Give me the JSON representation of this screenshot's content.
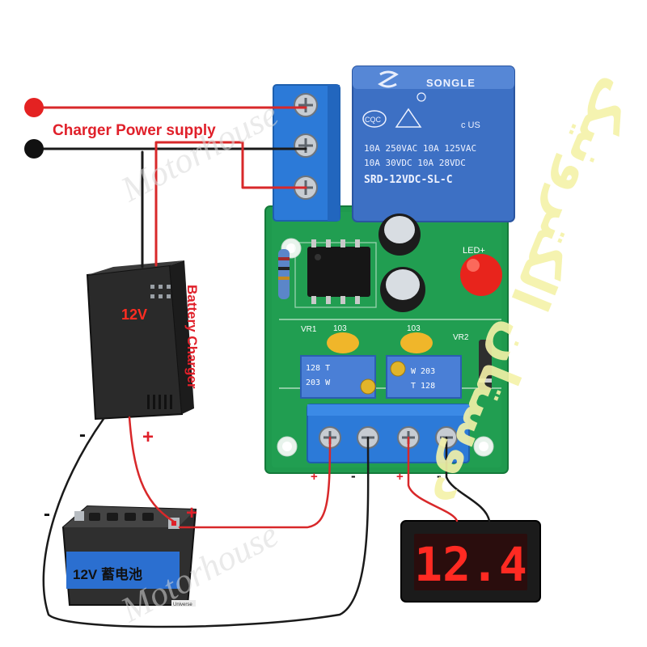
{
  "labels": {
    "charger_supply": "Charger Power supply",
    "charger_voltage": "12V",
    "battery_charger": "Battery Charger",
    "charger_minus": "-",
    "charger_plus": "+",
    "battery_minus": "-",
    "battery_plus": "+",
    "battery_text": "12V 蓄电池",
    "battery_brand": "Universe",
    "term_plus_1": "+",
    "term_minus_1": "-",
    "term_plus_2": "+",
    "term_minus_2": "-"
  },
  "relay": {
    "brand": "SONGLE",
    "line1": "10A 250VAC  10A 125VAC",
    "line2": "10A  30VDC  10A  28VDC",
    "model": "SRD-12VDC-SL-C",
    "cert": "CQC",
    "us_mark": "c  US"
  },
  "board": {
    "led_label": "LED+",
    "vr1": "VR1",
    "vr2": "VR2",
    "cap_code": "103",
    "pot1_top": "128  T",
    "pot1_bottom": "203  W",
    "pot2_top": "W  203",
    "pot2_bottom": "T  128"
  },
  "voltmeter": {
    "reading": "12.4"
  },
  "watermarks": {
    "latin_top": "Motorhouse",
    "latin_bottom": "Motorhouse",
    "arabic": "دوستان الکترونیک"
  },
  "colors": {
    "wire_red": "#d8282a",
    "wire_black": "#1a1a1a",
    "pcb": "#1f9a4e",
    "relay": "#3d70c4",
    "terminal_blue": "#2c7ad8",
    "led_red": "#e8241c",
    "watermark_yellow": "#f4f2a8",
    "label_red": "#e0202a"
  }
}
